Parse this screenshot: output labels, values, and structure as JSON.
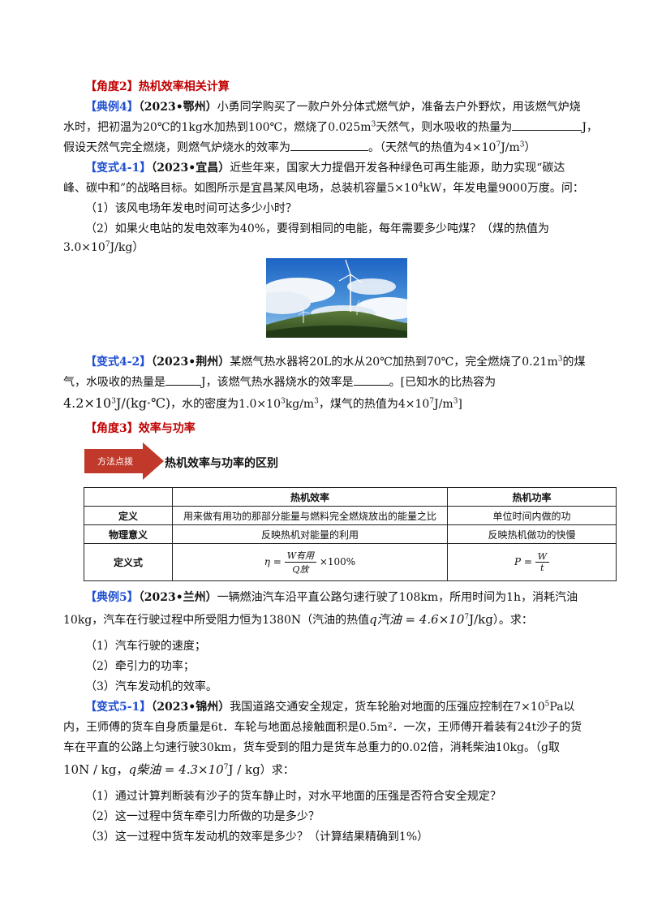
{
  "angle2": {
    "tag": "【角度2】",
    "title": "热机效率相关计算"
  },
  "ex4": {
    "tag": "【典例4】",
    "src": "（2023•鄂州）",
    "l1": "小勇同学购买了一款户外分体式燃气炉，准备去户外野炊，用该燃气炉烧",
    "l2a": "水时，把初温为20℃的1kg水加热到100℃，燃烧了0.025m",
    "l2b": "天然气，则水吸收的热量为",
    "l2c": "J，",
    "l3a": "假设天然气完全燃烧，则燃气炉烧水的效率为",
    "l3b": "。（天然气的热值为4×10",
    "l3c": "J/m",
    "l3d": "）"
  },
  "v41": {
    "tag": "【变式4-1】",
    "src": "（2023•宜昌）",
    "l1": "近些年来，国家大力提倡开发各种绿色可再生能源，助力实现“碳达",
    "l2a": "峰、碳中和”的战略目标。如图所示是宜昌某风电场，总装机容量5×10",
    "l2b": "kW，年发电量9000万度。问：",
    "q1": "（1）该风电场年发电时间可达多少小时？",
    "q2": "（2）如果火电站的发电效率为40%，要得到相同的电能，每年需要多少吨煤？（煤的热值为",
    "q2b": "3.0×10",
    "q2c": "J/kg）"
  },
  "v42": {
    "tag": "【变式4-2】",
    "src": "（2023•荆州）",
    "l1a": "某燃气热水器将20L的水从20℃加热到70℃，完全燃烧了0.21m",
    "l1b": "的煤",
    "l2a": "气，水吸收的热量是",
    "l2b": "J，该燃气热水器烧水的效率是",
    "l2c": "。[已知水的比热容为",
    "l3a": "4.2×10",
    "l3b": "J/(kg·℃)",
    "l3c": "，水的密度为1.0×10",
    "l3d": "kg/m",
    "l3e": "，煤气的热值为4×10",
    "l3f": "J/m",
    "l3g": "]"
  },
  "angle3": {
    "tag": "【角度3】",
    "title": "效率与功率"
  },
  "method": {
    "arrow_label": "方法点拨",
    "title": "热机效率与功率的区别"
  },
  "table": {
    "h1": "热机效率",
    "h2": "热机功率",
    "r1": [
      "定义",
      "用来做有用功的那部分能量与燃料完全燃烧放出的能量之比",
      "单位时间内做的功"
    ],
    "r2": [
      "物理意义",
      "反映热机对能量的利用",
      "反映热机做功的快慢"
    ],
    "r3": [
      "定义式"
    ],
    "f_eta": "η =",
    "f_num": "W有用",
    "f_den": "Q放",
    "f_tail": "×100%",
    "f_p": "P =",
    "f_pn": "W",
    "f_pd": "t"
  },
  "ex5": {
    "tag": "【典例5】",
    "src": "（2023•兰州）",
    "l1": "一辆燃油汽车沿平直公路匀速行驶了108km，所用时间为1h，消耗汽油",
    "l2a": "10kg，汽车在行驶过程中所受阻力恒为1380N（汽油的热值",
    "l2b": "q汽油 = 4.6×10",
    "l2c": "J/kg",
    "l2d": "）。求：",
    "q1": "（1）汽车行驶的速度；",
    "q2": "（2）牵引力的功率；",
    "q3": "（3）汽车发动机的效率。"
  },
  "v51": {
    "tag": "【变式5-1】",
    "src": "（2023•锦州）",
    "l1a": "我国道路交通安全规定，货车轮胎对地面的压强应控制在7×10",
    "l1b": "Pa以",
    "l2": "内，王师傅的货车自身质量是6t．车轮与地面总接触面积是0.5m²．一次，王师傅开着装有24t沙子的货",
    "l3": "车在平直的公路上匀速行驶30km，货车受到的阻力是货车总重力的0.02倍，消耗柴油10kg。（g取",
    "l4a": "10N / kg，",
    "l4b": "q柴油 = 4.3×10",
    "l4c": "J / kg",
    "l4d": "）求：",
    "q1": "（1）通过计算判断装有沙子的货车静止时，对水平地面的压强是否符合安全规定？",
    "q2": "（2）这一过程中货车牵引力所做的功是多少？",
    "q3": "（3）这一过程中货车发动机的效率是多少？（计算结果精确到1%）"
  },
  "sup": {
    "three": "3",
    "seven": "7",
    "four": "4",
    "five": "5"
  }
}
